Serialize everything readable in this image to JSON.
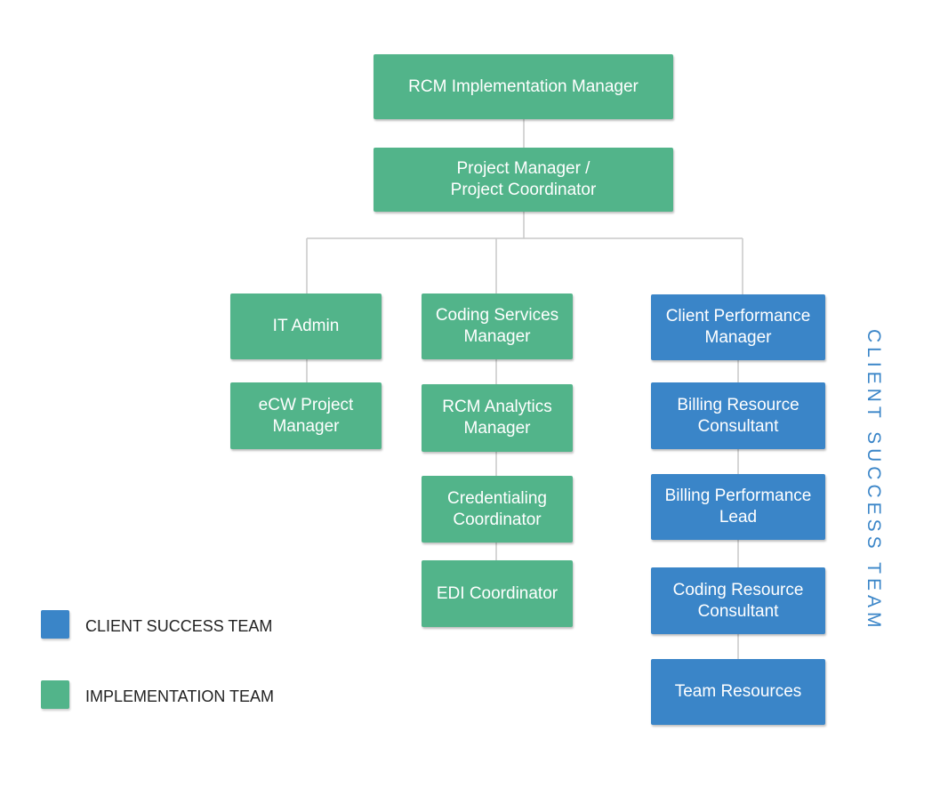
{
  "colors": {
    "implementation": "#52b48a",
    "client_success": "#3a85c8",
    "connector": "#c8c8c8"
  },
  "nodes": {
    "rcm_impl_manager": "RCM Implementation Manager",
    "project_manager": "Project Manager /\nProject Coordinator",
    "it_admin": "IT Admin",
    "ecw_project_manager": "eCW Project\nManager",
    "coding_services_manager": "Coding Services\nManager",
    "rcm_analytics_manager": "RCM Analytics\nManager",
    "credentialing_coordinator": "Credentialing\nCoordinator",
    "edi_coordinator": "EDI Coordinator",
    "client_performance_manager": "Client Performance\nManager",
    "billing_resource_consultant": "Billing Resource\nConsultant",
    "billing_performance_lead": "Billing Performance\nLead",
    "coding_resource_consultant": "Coding Resource\nConsultant",
    "team_resources": "Team Resources"
  },
  "side_label": "CLIENT SUCCESS TEAM",
  "legend": {
    "client_success": "CLIENT SUCCESS TEAM",
    "implementation": "IMPLEMENTATION TEAM"
  }
}
